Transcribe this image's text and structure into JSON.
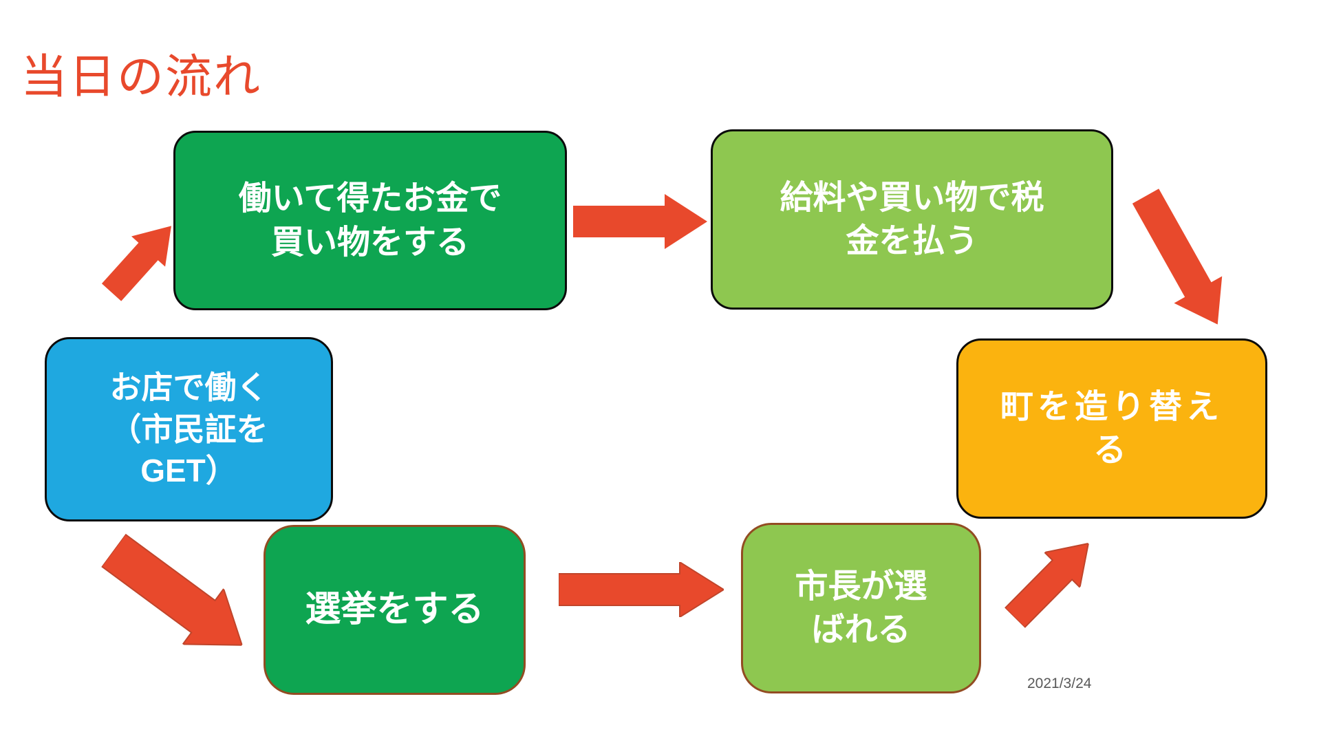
{
  "slide": {
    "title": "当日の流れ",
    "date": "2021/3/24",
    "background": "#FFFFFF"
  },
  "colors": {
    "title_text": "#E8492C",
    "arrow_fill": "#E8492C",
    "arrow_outline": "#C0452B",
    "box_green": "#0EA551",
    "box_light_green": "#8EC750",
    "box_blue": "#1FA8E0",
    "box_yellow": "#FBB30F",
    "box_border_black": "#0B0B0B",
    "box_border_brown": "#924C22",
    "box_text": "#FFFFFF",
    "date_text": "#595959"
  },
  "boxes": [
    {
      "id": "shop-with-earnings",
      "text": "働いて得たお金で買い物をする",
      "lines": [
        "働いて得たお金で",
        "買い物をする"
      ],
      "fill": "#0EA551",
      "border": "#0B0B0B"
    },
    {
      "id": "pay-taxes",
      "text": "給料や買い物で税金を払う",
      "lines": [
        "給料や買い物で税",
        "金を払う"
      ],
      "fill": "#8EC750",
      "border": "#0B0B0B"
    },
    {
      "id": "work-at-shop",
      "text": "お店で働く（市民証をGET）",
      "lines": [
        "お店で働く",
        "（市民証を",
        "GET）"
      ],
      "fill": "#1FA8E0",
      "border": "#0B0B0B"
    },
    {
      "id": "rebuild-town",
      "text": "町を造り替える",
      "lines": [
        "町を造り替え",
        "る"
      ],
      "fill": "#FBB30F",
      "border": "#0B0B0B"
    },
    {
      "id": "election",
      "text": "選挙をする",
      "lines": [
        "選挙をする"
      ],
      "fill": "#0EA551",
      "border": "#924C22"
    },
    {
      "id": "mayor-elected",
      "text": "市長が選ばれる",
      "lines": [
        "市長が選",
        "ばれる"
      ],
      "fill": "#8EC750",
      "border": "#924C22"
    }
  ],
  "edges": [
    {
      "from": "work-at-shop",
      "to": "shop-with-earnings",
      "direction": "up-right"
    },
    {
      "from": "shop-with-earnings",
      "to": "pay-taxes",
      "direction": "right"
    },
    {
      "from": "pay-taxes",
      "to": "rebuild-town",
      "direction": "down-right"
    },
    {
      "from": "work-at-shop",
      "to": "election",
      "direction": "down-right"
    },
    {
      "from": "election",
      "to": "mayor-elected",
      "direction": "right"
    },
    {
      "from": "mayor-elected",
      "to": "rebuild-town",
      "direction": "up-right"
    }
  ]
}
